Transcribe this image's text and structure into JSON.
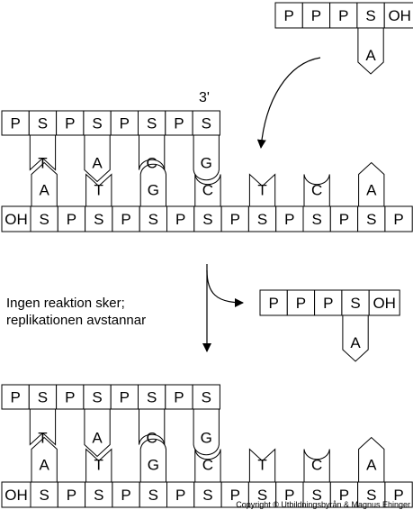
{
  "incoming_nucleotide": {
    "backbone": [
      "P",
      "P",
      "P",
      "S",
      "OH"
    ],
    "base": "A"
  },
  "label_3prime": "3'",
  "primer_strand": [
    "P",
    "S",
    "P",
    "S",
    "P",
    "S",
    "P",
    "S"
  ],
  "primer_bases": [
    "T",
    "A",
    "C",
    "G"
  ],
  "template_bases": [
    "A",
    "T",
    "G",
    "C",
    "T",
    "C",
    "A"
  ],
  "template_strand": [
    "OH",
    "S",
    "P",
    "S",
    "P",
    "S",
    "P",
    "S",
    "P",
    "S",
    "P",
    "S",
    "P",
    "S",
    "P"
  ],
  "caption_lines": [
    "Ingen reaktion sker;",
    "replikationen avstannar"
  ],
  "expelled_nucleotide": {
    "backbone": [
      "P",
      "P",
      "P",
      "S",
      "OH"
    ],
    "base": "A"
  },
  "copyright": "Copyright © Utbildningsbyrån & Magnus Ehinger"
}
